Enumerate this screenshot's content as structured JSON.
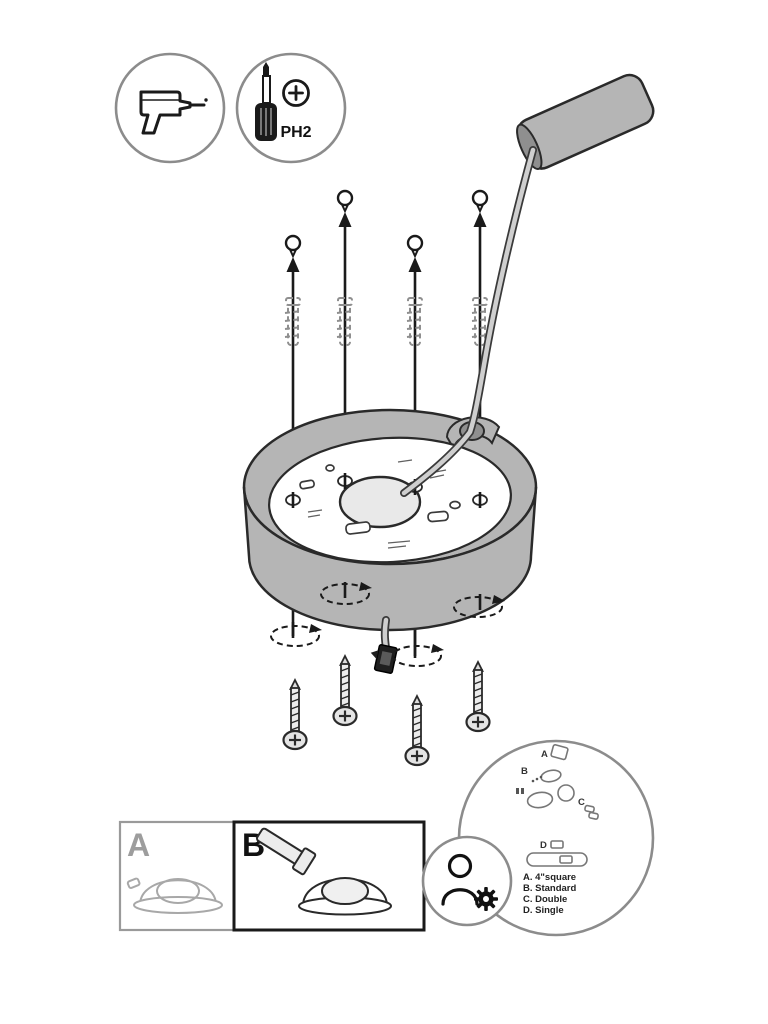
{
  "diagram": {
    "kind": "camera-mount-installation-step"
  },
  "tools": {
    "screwdriver_size": "PH2",
    "icons": [
      "drill-icon",
      "phillips-screwdriver-icon",
      "plus-circle-icon"
    ]
  },
  "variants": {
    "a_label": "A",
    "b_label": "B"
  },
  "plate_options": {
    "label_a": "A",
    "label_b": "B",
    "label_c": "C",
    "label_d": "D",
    "legend": [
      "A. 4\"square",
      "B. Standard",
      "C. Double",
      "D. Single"
    ],
    "icons": [
      "person-icon",
      "gear-icon"
    ]
  },
  "colors": {
    "outline": "#1a1a1a",
    "metal_gray": "#b5b5b5",
    "light_gray": "#a8a8a8",
    "badge_border": "#8c8c8c",
    "background": "#ffffff"
  }
}
